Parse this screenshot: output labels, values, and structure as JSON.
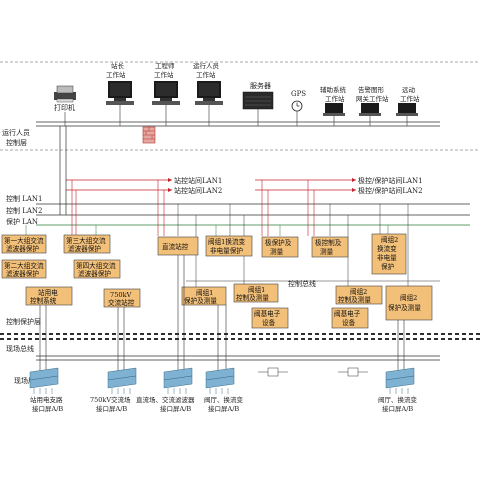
{
  "top_devices": {
    "printer": "打印机",
    "station_master": [
      "站长",
      "工作站"
    ],
    "engineer": [
      "工程师",
      "工作站"
    ],
    "operator": [
      "运行人员",
      "工作站"
    ],
    "server": "服务器",
    "gps": "GPS",
    "aux": [
      "辅助系统",
      "工作站"
    ],
    "alarm": [
      "告警图形",
      "网关工作站"
    ],
    "remote": [
      "远动",
      "工作站"
    ]
  },
  "layers": {
    "operator_control": [
      "运行人员",
      "控制层"
    ],
    "control_lan1": "控制 LAN1",
    "control_lan2": "控制 LAN2",
    "protect_lan": "保护 LAN",
    "control_protect": "控制保护层",
    "field_bus": "现场总线",
    "field": "现场层"
  },
  "buses": {
    "station_lan1": "站控站间LAN1",
    "station_lan2": "站控站间LAN2",
    "pole_lan1": "极控/保护站间LAN1",
    "pole_lan2": "极控/保护站间LAN2",
    "control_bus": "控制总线"
  },
  "boxes": {
    "ac1": [
      "第一大组交流",
      "滤波器保护"
    ],
    "ac2": [
      "第二大组交流",
      "滤波器保护"
    ],
    "ac3": [
      "第三大组交流",
      "滤波器保护"
    ],
    "ac4": [
      "第四大组交流",
      "滤波器保护"
    ],
    "station_power": [
      "站用电",
      "控制系统"
    ],
    "ac750": [
      "750kV",
      "交流站控"
    ],
    "dc": "直流站控",
    "vg1_conv": [
      "阀组1换流变",
      "非电量保护"
    ],
    "pole_prot": [
      "极保护及",
      "测量"
    ],
    "pole_ctrl": [
      "极控制及",
      "测量"
    ],
    "vg2_conv": [
      "阀组2",
      "换流变",
      "非电量",
      "保护"
    ],
    "vg1_prot": [
      "阀组1",
      "保护及测量"
    ],
    "vg1_ctrl": [
      "阀组1",
      "控制及测量"
    ],
    "vg2_ctrl": [
      "阀组2",
      "控制及测量"
    ],
    "vg2_prot": [
      "阀组2",
      "保护及测量"
    ],
    "vbe1": [
      "阀基电子",
      "设备"
    ],
    "vbe2": [
      "阀基电子",
      "设备"
    ]
  },
  "field_labels": {
    "f1": [
      "站用电支路",
      "接口屏A/B"
    ],
    "f2": [
      "750kV交流场",
      "接口屏A/B"
    ],
    "f3": [
      "直流场、交流滤波器",
      "接口屏A/B"
    ],
    "f4": [
      "阀厅、换流变",
      "接口屏A/B"
    ],
    "f5": [
      "阀厅、换流变",
      "接口屏A/B"
    ]
  },
  "colors": {
    "box_fill": "#f3c07a",
    "box_stroke": "#444444",
    "station_lan": "#c8202a",
    "ctrl_lan": "#2a7f3a",
    "screen": "#1a1a1a",
    "panel": "#7fb2d2"
  }
}
